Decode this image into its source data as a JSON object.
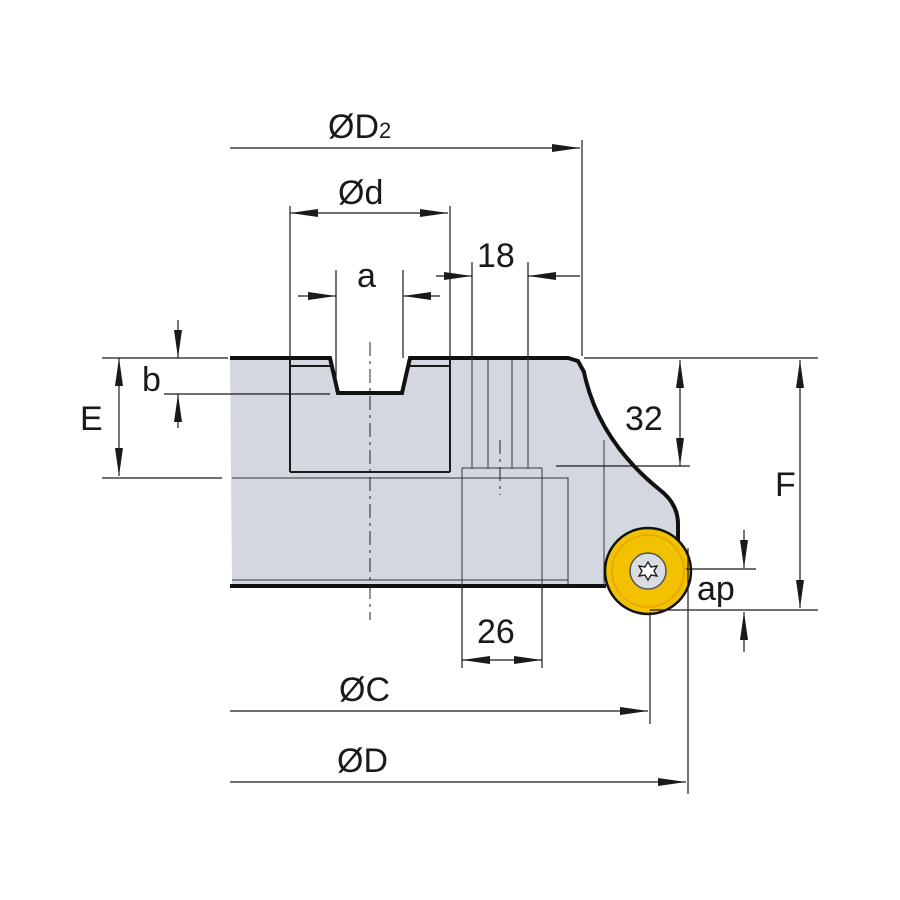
{
  "drawing": {
    "labels": {
      "d2": "ØD",
      "d2_sub": "2",
      "d": "Ød",
      "a": "a",
      "dim_18": "18",
      "b": "b",
      "e": "E",
      "dim_32": "32",
      "f": "F",
      "ap": "ap",
      "dim_26": "26",
      "c": "ØC",
      "dd": "ØD"
    },
    "colors": {
      "body_fill": "#d3d8e0",
      "insert_fill": "#f2c200",
      "insert_ring": "#e8a900",
      "screw_fill": "#d9dde3",
      "line": "#1a1a1a"
    },
    "icons": {
      "screw": "torx-screw-icon"
    }
  }
}
